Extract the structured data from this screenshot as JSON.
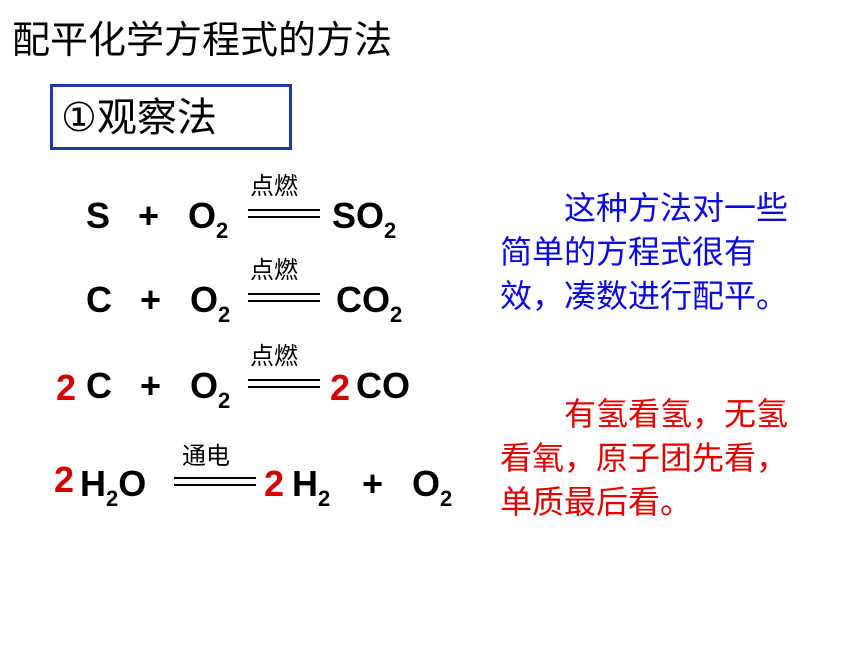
{
  "title": "配平化学方程式的方法",
  "method": "①观察法",
  "equations": [
    {
      "r1": "S",
      "plus1": "+",
      "o": "O",
      "o_sub": "2",
      "cond": "点燃",
      "p": "SO",
      "p_sub": "2"
    },
    {
      "r1": "C",
      "plus1": "+",
      "o": "O",
      "o_sub": "2",
      "cond": "点燃",
      "p": "CO",
      "p_sub": "2"
    },
    {
      "coef1": "2",
      "r1": "C",
      "plus1": "+",
      "o": "O",
      "o_sub": "2",
      "cond": "点燃",
      "coef2": "2",
      "p": "CO"
    },
    {
      "coef1": "2",
      "r1a": "H",
      "r1_sub": "2",
      "r1b": "O",
      "cond": "通电",
      "coef2": "2",
      "p": "H",
      "p_sub": "2",
      "plus2": "+",
      "p2": "O",
      "p2_sub": "2"
    }
  ],
  "notes": {
    "blue": "这种方法对一些简单的方程式很有效，凑数进行配平。",
    "red": "有氢看氢，无氢看氧，原子团先看，单质最后看。"
  },
  "colors": {
    "box_border": "#1f3aa6",
    "blue_text": "#0a0ae0",
    "red_text": "#e00000",
    "coef": "#d40000"
  }
}
